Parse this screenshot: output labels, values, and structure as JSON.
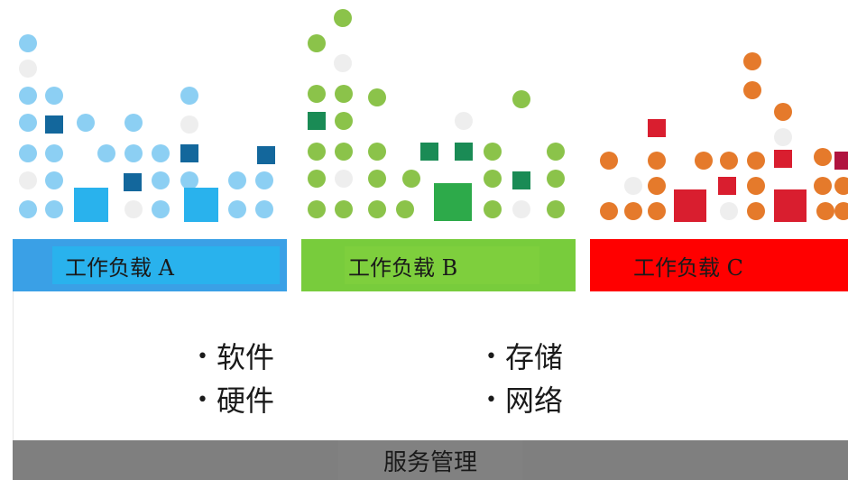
{
  "workloads": [
    {
      "label": "工作负载 A",
      "color": "#3aa0e6"
    },
    {
      "label": "工作负载 B",
      "color": "#78cc3c"
    },
    {
      "label": "工作负载 C",
      "color": "#ff0000"
    }
  ],
  "bullets": {
    "left": [
      "软件",
      "硬件"
    ],
    "right": [
      "存储",
      "网络"
    ],
    "marker": "•"
  },
  "footer": {
    "label": "服务管理",
    "color": "#7f7f7f"
  }
}
